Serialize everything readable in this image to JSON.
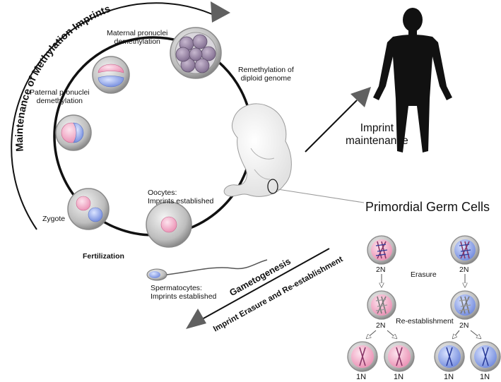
{
  "cycle": {
    "arc_title": "Maintenance of Methylation Imprints",
    "stages": {
      "maternal_pronuclei": [
        "Maternal pronuclei",
        "demethylation"
      ],
      "paternal_pronuclei": [
        "Paternal pronuclei",
        "demethylation"
      ],
      "remethylation": [
        "Remethylation of",
        "diploid genome"
      ],
      "zygote": "Zygote",
      "oocytes": [
        "Oocytes:",
        "Imprints established"
      ],
      "fertilization": "Fertilization",
      "spermatocytes": [
        "Spermatocytes:",
        "Imprints established"
      ]
    }
  },
  "maintenance": {
    "label": [
      "Imprint",
      "maintenance"
    ]
  },
  "gametogenesis": {
    "title": "Gametogenesis",
    "subtitle": "Imprint Erasure and Re-establishment"
  },
  "pgc": {
    "title": "Primordial Germ Cells",
    "erasure": "Erasure",
    "reestablishment": "Re-establishment",
    "ploidy_2n": "2N",
    "ploidy_1n": "1N"
  },
  "colors": {
    "pink": "#f3b3c8",
    "blue": "#8fa6e6",
    "membrane_grey": "#9a9a9a",
    "dark_grey": "#555555",
    "text": "#111111"
  }
}
